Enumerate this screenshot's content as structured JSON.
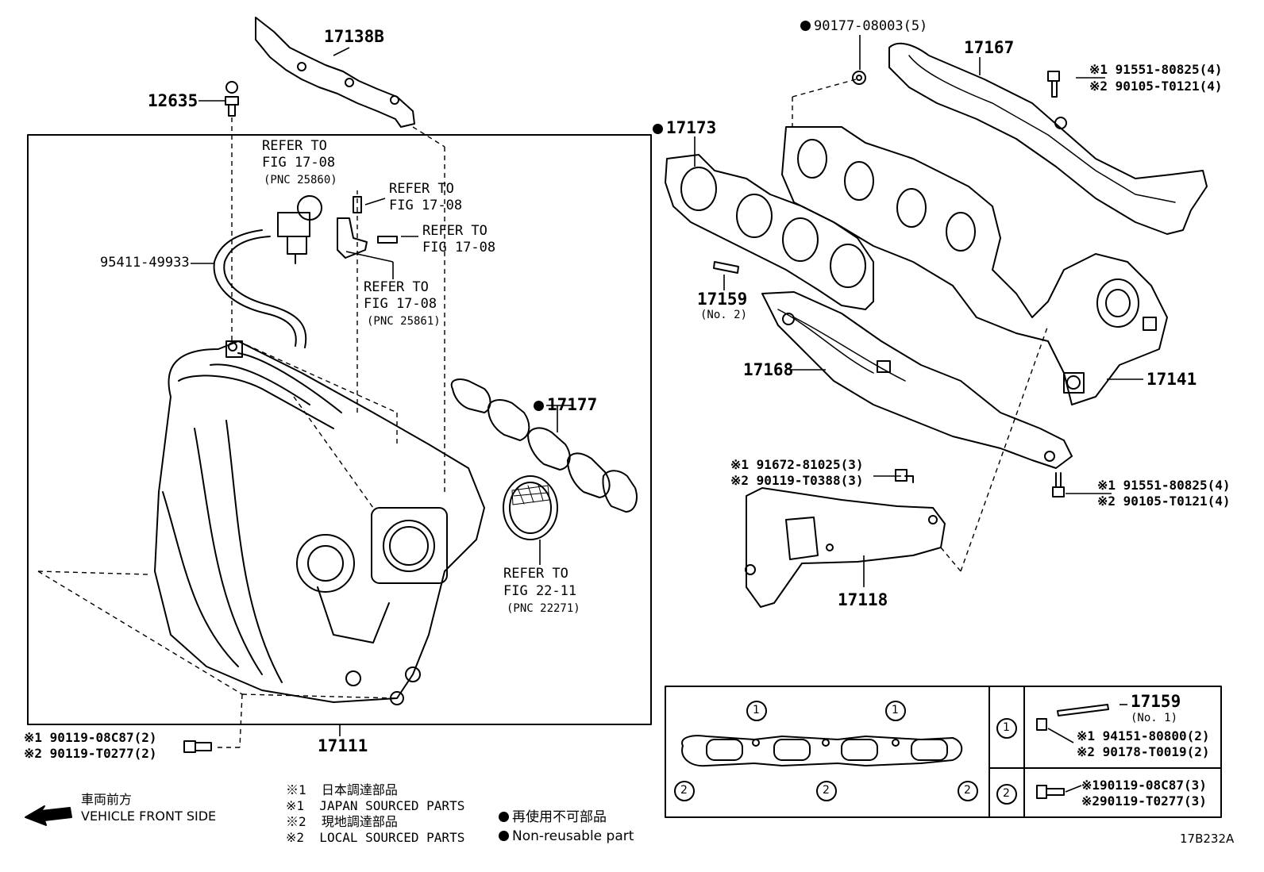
{
  "parts": {
    "p17138b": "17138B",
    "p12635": "12635",
    "p95411": "95411-49933",
    "p17177": "17177",
    "p17111": "17111",
    "p17173": "17173",
    "p17167": "17167",
    "p17159": "17159",
    "p17159_sub": "(No. 2)",
    "p17168": "17168",
    "p17141": "17141",
    "p17118": "17118",
    "p90177": "90177-08003(5)",
    "p17159b": "17159",
    "p17159b_sub": "(No. 1)",
    "diagram_code": "17B232A"
  },
  "refs": {
    "r1_a": "REFER TO",
    "r1_b": "FIG 17-08",
    "r1_c": "(PNC 25860)",
    "r2_a": "REFER TO",
    "r2_b": "FIG 17-08",
    "r3_a": "REFER TO",
    "r3_b": "FIG 17-08",
    "r4_a": "REFER TO",
    "r4_b": "FIG 17-08",
    "r4_c": "(PNC 25861)",
    "r5_a": "REFER TO",
    "r5_b": "FIG 22-11",
    "r5_c": "(PNC 22271)"
  },
  "fasteners": {
    "f1_1": "※1 90119-08C87(2)",
    "f1_2": "※2 90119-T0277(2)",
    "f2_1": "※1 91551-80825(4)",
    "f2_2": "※2 90105-T0121(4)",
    "f3_1": "※1 91672-81025(3)",
    "f3_2": "※2 90119-T0388(3)",
    "f4_1": "※1 91551-80825(4)",
    "f4_2": "※2 90105-T0121(4)",
    "f5_1": "※1 94151-80800(2)",
    "f5_2": "※2 90178-T0019(2)",
    "f6_1": "※190119-08C87(3)",
    "f6_2": "※290119-T0277(3)"
  },
  "inset": {
    "c1": "1",
    "c2": "2"
  },
  "legend": {
    "front_jp": "車両前方",
    "front_en": "VEHICLE FRONT SIDE",
    "l1": "※1  日本調達部品",
    "l2": "※1  JAPAN SOURCED PARTS",
    "l3": "※2  現地調達部品",
    "l4": "※2  LOCAL SOURCED PARTS",
    "nr_jp": "再使用不可部品",
    "nr_en": "Non-reusable part"
  }
}
